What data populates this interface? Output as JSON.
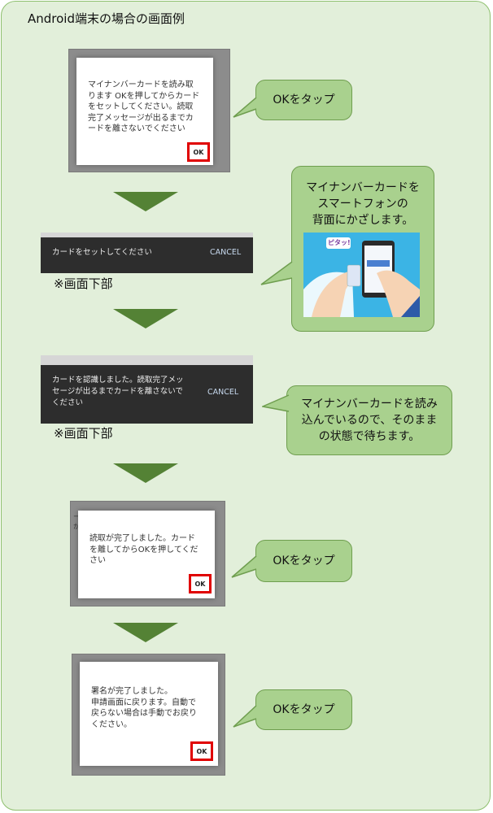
{
  "page": {
    "title": "Android端末の場合の画面例"
  },
  "step1": {
    "dialog_text": "マイナンバーカードを読み取\nります OKを押してからカード\nをセットしてください。読取\n完了メッセージが出るまでカ\nードを離さないでください",
    "ok_label": "OK",
    "callout": "OKをタップ"
  },
  "step2": {
    "snackbar_text": "カードをセットしてください",
    "cancel_label": "CANCEL",
    "note": "※画面下部",
    "callout": "マイナンバーカードを\nスマートフォンの\n背面にかざします。",
    "illustration_text": "ピタッ!"
  },
  "step3": {
    "snackbar_text": "カードを認識しました。読取完了メッ\nセージが出るまでカードを離さないで\nください",
    "cancel_label": "CANCEL",
    "note": "※画面下部",
    "callout": "マイナンバーカードを読み\n込んでいるので、そのまま\nの状態で待ちます。"
  },
  "step4": {
    "dialog_text": "読取が完了しました。カード\nを離してからOKを押してくだ\nさい",
    "ok_label": "OK",
    "callout": "OKをタップ"
  },
  "step5": {
    "dialog_text": "署名が完了しました。\n申請画面に戻ります。自動で\n戻らない場合は手動でお戻り\nください。",
    "ok_label": "OK",
    "callout": "OKをタップ"
  },
  "colors": {
    "panel_bg": "#e2efda",
    "callout_bg": "#a9d18e",
    "arrow": "#548235",
    "ok_border": "#e00000",
    "snackbar_bg": "#2d2d2d"
  }
}
